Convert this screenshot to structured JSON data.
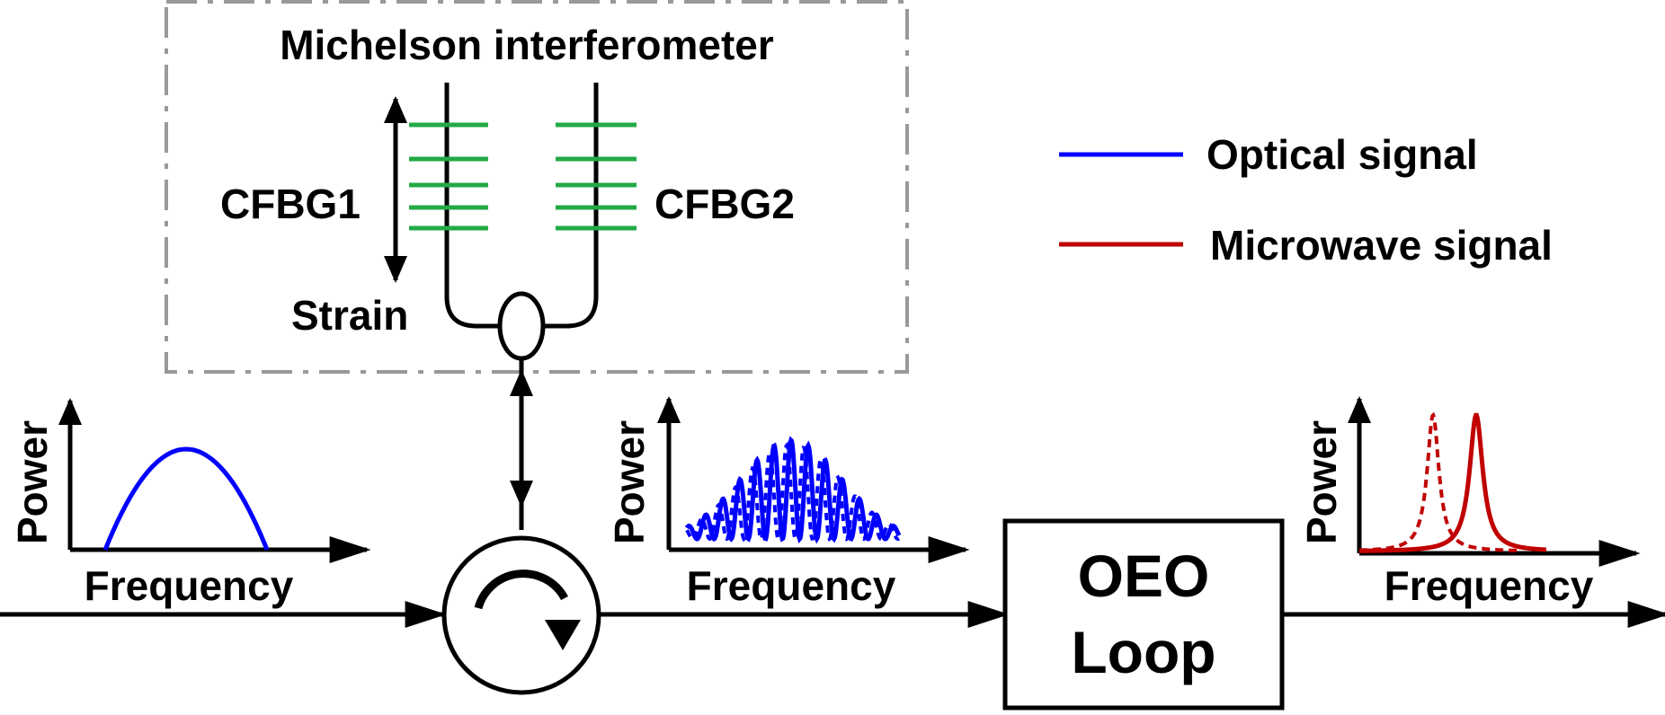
{
  "texts": {
    "mi_title": "Michelson interferometer",
    "cfbg1": "CFBG1",
    "cfbg2": "CFBG2",
    "strain": "Strain",
    "oeo_line1": "OEO",
    "oeo_line2": "Loop"
  },
  "legend": {
    "items": [
      {
        "label": "Optical signal",
        "color": "#0000ff"
      },
      {
        "label": "Microwave signal",
        "color": "#c00000"
      }
    ]
  },
  "spectra": [
    {
      "ylabel": "Power",
      "xlabel": "Frequency",
      "color": "#0000ff"
    },
    {
      "ylabel": "Power",
      "xlabel": "Frequency",
      "color": "#0000ff"
    },
    {
      "ylabel": "Power",
      "xlabel": "Frequency",
      "color": "#c00000"
    }
  ],
  "colors": {
    "grating": "#22aa44",
    "box_border": "#999999",
    "line": "#000000"
  },
  "icons": {
    "circulator": "circulator-icon",
    "coupler": "coupler-icon"
  }
}
